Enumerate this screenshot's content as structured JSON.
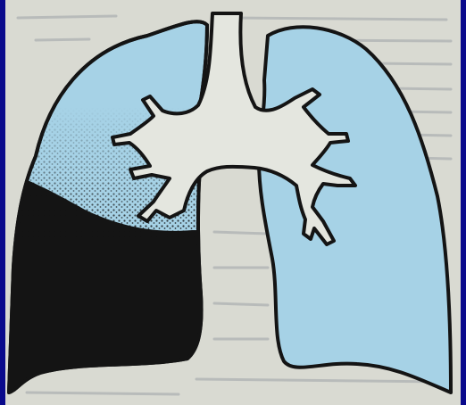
{
  "figure": {
    "subject": "lungs",
    "colors": {
      "frame_blue": "#0a0a8c",
      "paper": "#d9dad2",
      "paper_text": "#9ea3a8",
      "lung_blue": "#a6d2e6",
      "airway_fill": "#e4e6df",
      "opacity_black": "#141414",
      "outline": "#141414"
    },
    "parts": {
      "left_lung": "left-lung",
      "right_lung": "right-lung",
      "trachea": "trachea",
      "bronchial_tree": "bronchial-tree",
      "dark_region": "lower-right-lung-opacity"
    }
  }
}
